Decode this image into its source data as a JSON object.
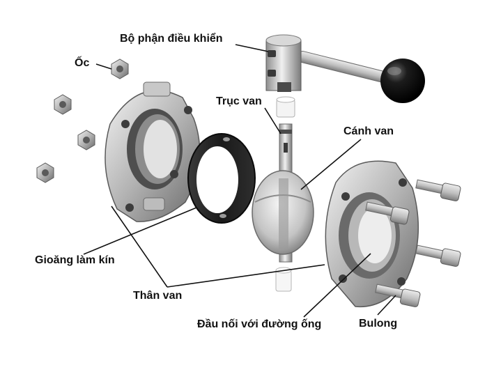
{
  "labels": {
    "controller": "Bộ phận điều khiển",
    "nut": "Ốc",
    "stem": "Trục van",
    "disc": "Cánh van",
    "seal": "Gioăng làm kín",
    "body": "Thân van",
    "pipe_connector": "Đầu nối với đường ống",
    "bolt": "Bulong"
  },
  "colors": {
    "steel_light": "#e4e4e4",
    "steel_mid": "#a8a8a8",
    "steel_dark": "#5a5a5a",
    "gasket": "#1e1e1e",
    "knob": "#111111",
    "leader_line": "#111111"
  }
}
